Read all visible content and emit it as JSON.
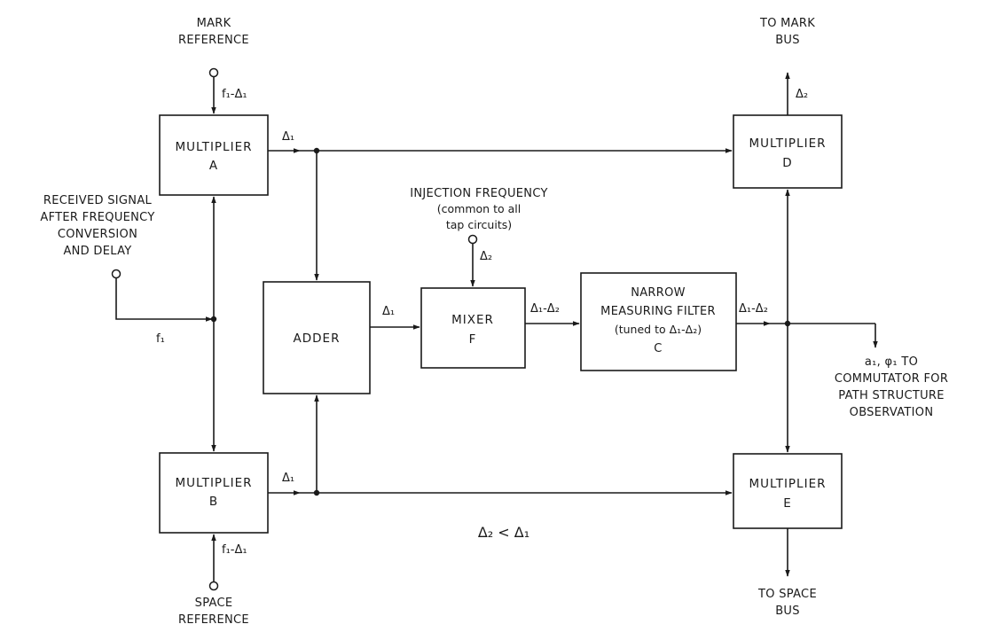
{
  "blocks": {
    "mult_a": {
      "line1": "MULTIPLIER",
      "line2": "A"
    },
    "mult_b": {
      "line1": "MULTIPLIER",
      "line2": "B"
    },
    "mult_d": {
      "line1": "MULTIPLIER",
      "line2": "D"
    },
    "mult_e": {
      "line1": "MULTIPLIER",
      "line2": "E"
    },
    "adder": {
      "line1": "ADDER"
    },
    "mixer": {
      "line1": "MIXER",
      "line2": "F"
    },
    "filter": {
      "line1": "NARROW",
      "line2": "MEASURING FILTER",
      "line3": "(tuned to Δ₁-Δ₂)",
      "line4": "C"
    }
  },
  "inputs": {
    "mark_ref": {
      "line1": "MARK",
      "line2": "REFERENCE",
      "freq": "f₁-Δ₁"
    },
    "space_ref": {
      "line1": "SPACE",
      "line2": "REFERENCE",
      "freq": "f₁-Δ₁"
    },
    "received": {
      "line1": "RECEIVED SIGNAL",
      "line2": "AFTER FREQUENCY",
      "line3": "CONVERSION",
      "line4": "AND DELAY",
      "freq": "f₁"
    },
    "injection": {
      "line1": "INJECTION FREQUENCY",
      "line2": "(common to all",
      "line3": "tap circuits)",
      "freq": "Δ₂"
    }
  },
  "outputs": {
    "mark_bus": {
      "line1": "TO MARK",
      "line2": "BUS",
      "freq": "Δ₂"
    },
    "space_bus": {
      "line1": "TO SPACE",
      "line2": "BUS"
    },
    "commutator": {
      "line1": "a₁, φ₁  TO",
      "line2": "COMMUTATOR FOR",
      "line3": "PATH STRUCTURE",
      "line4": "OBSERVATION"
    }
  },
  "signals": {
    "a_out": "Δ₁",
    "b_out": "Δ₁",
    "adder_out": "Δ₁",
    "mixer_out": "Δ₁-Δ₂",
    "filter_out": "Δ₁-Δ₂"
  },
  "condition": "Δ₂ < Δ₁"
}
